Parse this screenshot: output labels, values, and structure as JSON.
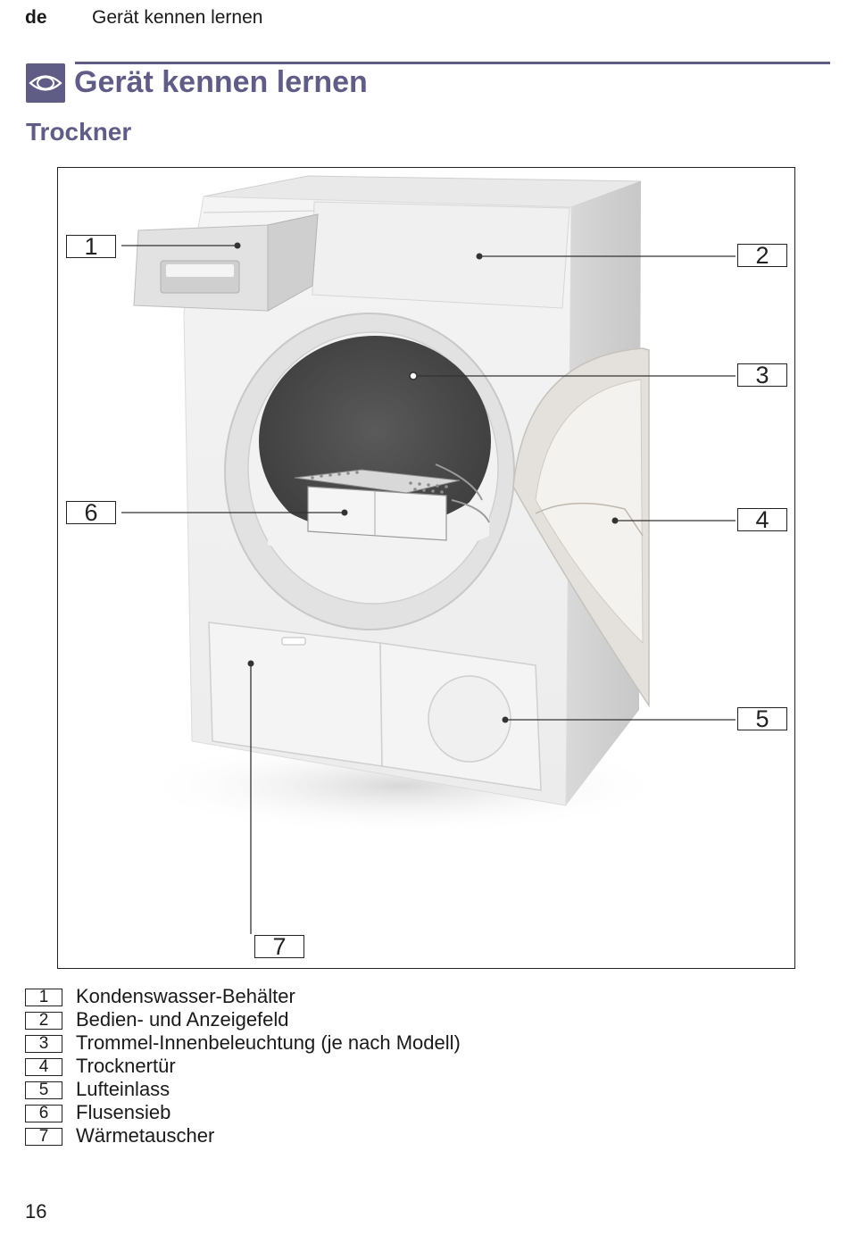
{
  "header": {
    "lang": "de",
    "title": "Gerät kennen lernen"
  },
  "section": {
    "icon": "eye-icon",
    "title": "Gerät kennen lernen",
    "subtitle": "Trockner"
  },
  "figure": {
    "callouts": [
      "1",
      "2",
      "3",
      "4",
      "5",
      "6",
      "7"
    ]
  },
  "legend": [
    {
      "num": "1",
      "text": "Kondenswasser-Behälter"
    },
    {
      "num": "2",
      "text": "Bedien- und Anzeigefeld"
    },
    {
      "num": "3",
      "text": "Trommel-Innenbeleuchtung (je nach Modell)"
    },
    {
      "num": "4",
      "text": "Trocknertür"
    },
    {
      "num": "5",
      "text": "Lufteinlass"
    },
    {
      "num": "6",
      "text": "Flusensieb"
    },
    {
      "num": "7",
      "text": "Wärmetauscher"
    }
  ],
  "page_number": "16",
  "colors": {
    "accent": "#5f5d86",
    "text": "#1a1a1a"
  }
}
